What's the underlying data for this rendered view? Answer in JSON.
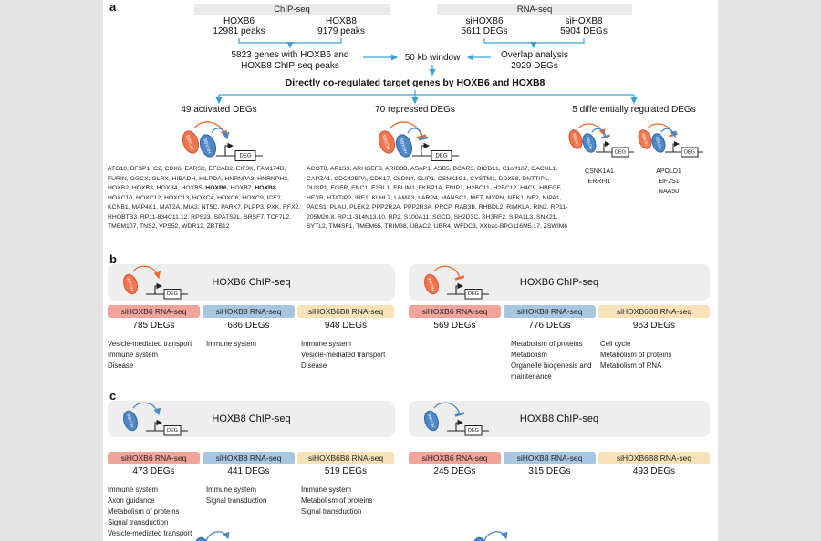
{
  "colors": {
    "sihoxb6_header": "#f2a49c",
    "sihoxb8_header": "#a9c6e0",
    "sihoxb6b8_header": "#f9e2b8",
    "hoxb6_oval": "#f0764f",
    "hoxb8_oval": "#4f86c6",
    "flow_arrow": "#3aa0d8"
  },
  "icons": {
    "hoxb6_label": "HOXB6",
    "hoxb8_label": "HOXB8",
    "deg_label": "DEG"
  },
  "panel_a": {
    "label": "a",
    "chipseq_header": "ChIP-seq",
    "rnaseq_header": "RNA-seq",
    "hoxb6": {
      "name": "HOXB6",
      "stat": "12981 peaks"
    },
    "hoxb8": {
      "name": "HOXB8",
      "stat": "9179 peaks"
    },
    "sihoxb6": {
      "name": "siHOXB6",
      "stat": "5611 DEGs"
    },
    "sihoxb8": {
      "name": "siHOXB8",
      "stat": "5904 DEGs"
    },
    "genes_with_peaks": "5823 genes with HOXB6 and HOXB8 ChIP-seq peaks",
    "window_label": "50 kb window",
    "overlap_label": "Overlap analysis",
    "overlap_stat": "2929 DEGs",
    "coregulated_title": "Directly co-regulated target genes by HOXB6 and HOXB8",
    "activated": {
      "title": "49 activated DEGs",
      "genes_p1": "ATG10, BFSP1, C2, CDK6, EARS2, EFCAB2, EIF3K, FAM174B, FURIN, GGCX, GLRX, HIBADH, HILPDA, HNRNPA3, HNRNPH3, HOXB2, HOXB3, HOXB4, HOXB5, ",
      "genes_b1": "HOXB6",
      "genes_p2": ", HOXB7, ",
      "genes_b2": "HOXB8",
      "genes_p3": ", HOXC10, HOXC12, HOXC13, HOXC4, HOXC6, HOXC9, ICE2, KCNB1, MAP4K1, MAT2A, MIA3, NT5C, PARK7, PLPP3, PXK, RFX2, RHOBTB3, RP11-834C11.12, RPS23, SPATS2L, SRSF7, TCF7L2, TMEM107, TNS2, VPS52, WDR12, ZBTB12"
    },
    "repressed": {
      "title": "70 repressed DEGs",
      "genes": "ACOT8, AP1S3, ARHGEF3, ARID3B, ASAP1, ASB5, BCAR3, BICDL1, C1orf167, CACUL1, CAPZA1, CDC42BPA, CDK17, CLDN4, CLIP1, CSNK1G1, CYSTM1, DDX58, DNTTIP1, DUSP1, EGFR, ENC1, F2RL1, FBLIM1, FKBP1A, FNIP1, H2BC11, H2BC12, H4C9, HBEGF, HEXB, HTATIP2, IRF1, KLHL7, LAMA3, LARP4, MANSC1, MET, MYPN, NEK1, NF2, NIPA1, PACS1, PLAU, PLEK2, PPP2R2A, PPP2R3A, PRCP, RAB3B, RHBDL2, RIMKLA, RIN2, RP11-205M20.8, RP11-314N13.10, RP2, S100A11, SGCD, SH2D3C, SH3RF2, SIPA1L3, SNX21, SYTL2, TM4SF1, TMEM65, TRIM38, UBAC2, UBR4, WFDC3, XXbac-BPG116M5.17, ZSWIM6"
    },
    "differential": {
      "title": "5 differentially regulated DEGs",
      "group1": [
        "CSNK1A1",
        "ERRFI1"
      ],
      "group2": [
        "APOLD1",
        "EIF2S1",
        "NAA50"
      ]
    }
  },
  "panel_b": {
    "label": "b",
    "cards": [
      {
        "title": "HOXB6 ChIP-seq",
        "columns": [
          {
            "header": "siHOXB6 RNA-seq",
            "count": "785 DEGs",
            "pathways": [
              "Vesicle-mediated transport",
              "Immune system",
              "Disease"
            ]
          },
          {
            "header": "siHOXB8 RNA-seq",
            "count": "686 DEGs",
            "pathways": [
              "Immune system"
            ]
          },
          {
            "header": "siHOXB6B8 RNA-seq",
            "count": "948 DEGs",
            "pathways": [
              "Immune system",
              "Vesicle-mediated transport",
              "Disease"
            ]
          }
        ]
      },
      {
        "title": "HOXB6 ChIP-seq",
        "columns": [
          {
            "header": "siHOXB6 RNA-seq",
            "count": "569 DEGs",
            "pathways": []
          },
          {
            "header": "siHOXB8 RNA-seq",
            "count": "776 DEGs",
            "pathways": [
              "Metabolism of proteins",
              "Metabolism",
              "Organelle biogenesis and maintenance"
            ]
          },
          {
            "header": "siHOXB6B8 RNA-seq",
            "count": "953 DEGs",
            "pathways": [
              "Cell cycle",
              "Metabolism of proteins",
              "Metabolism of RNA"
            ]
          }
        ]
      }
    ]
  },
  "panel_c": {
    "label": "c",
    "cards": [
      {
        "title": "HOXB8 ChIP-seq",
        "columns": [
          {
            "header": "siHOXB6 RNA-seq",
            "count": "473 DEGs",
            "pathways": [
              "Immune system",
              "Axon guidance",
              "Metabolism of proteins",
              "Signal transduction",
              "Vesicle-mediated transport"
            ]
          },
          {
            "header": "siHOXB8 RNA-seq",
            "count": "441 DEGs",
            "pathways": [
              "Immune system",
              "Signal transduction"
            ]
          },
          {
            "header": "siHOXB6B8 RNA-seq",
            "count": "519 DEGs",
            "pathways": [
              "Immune system",
              "Metabolism of proteins",
              "Signal transduction"
            ]
          }
        ]
      },
      {
        "title": "HOXB8 ChIP-seq",
        "columns": [
          {
            "header": "siHOXB6 RNA-seq",
            "count": "245 DEGs",
            "pathways": []
          },
          {
            "header": "siHOXB8 RNA-seq",
            "count": "315 DEGs",
            "pathways": []
          },
          {
            "header": "siHOXB6B8 RNA-seq",
            "count": "493 DEGs",
            "pathways": []
          }
        ]
      }
    ]
  }
}
